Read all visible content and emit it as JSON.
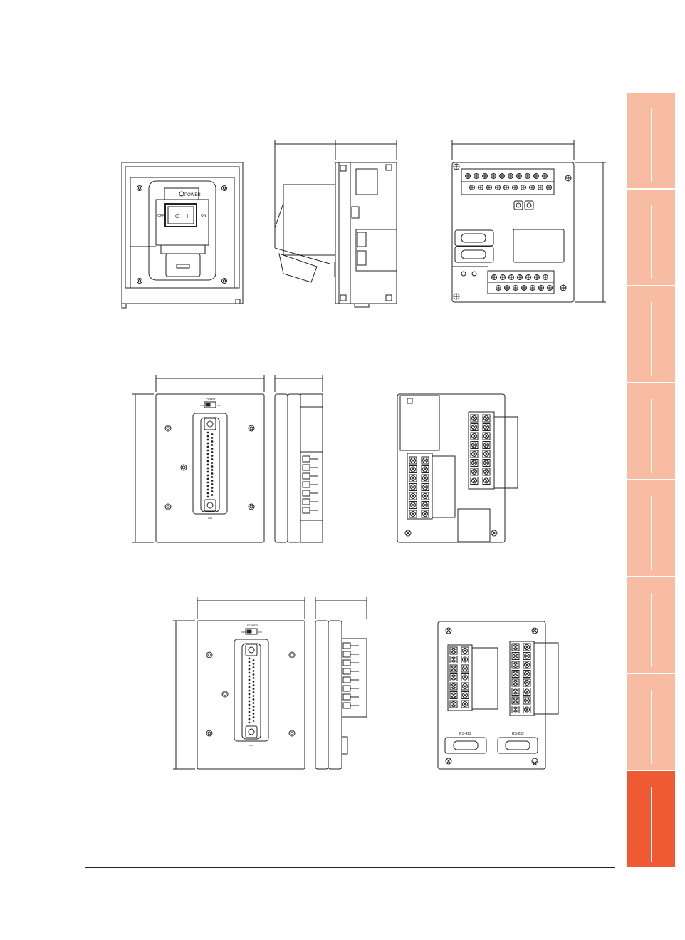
{
  "top_unit": {
    "power_label": "POWER",
    "off_label": "OFF",
    "on_label": "ON",
    "switch_off_symbol": "O",
    "switch_on_symbol": "I"
  },
  "middle_unit": {
    "power_label": "POWER",
    "off_label": "OFF",
    "on_label": "ON",
    "connector_label": "CH1"
  },
  "bottom_unit": {
    "power_label": "POWER",
    "off_label": "OFF",
    "on_label": "ON",
    "connector_label": "CH1",
    "port_left_label": "RS-422",
    "port_right_label": "RS-232"
  },
  "colors": {
    "tab": "#f8bca2",
    "tab_active": "#ef5a32",
    "line": "#222222"
  },
  "tabs": {
    "count": 8,
    "active_index": 7
  }
}
